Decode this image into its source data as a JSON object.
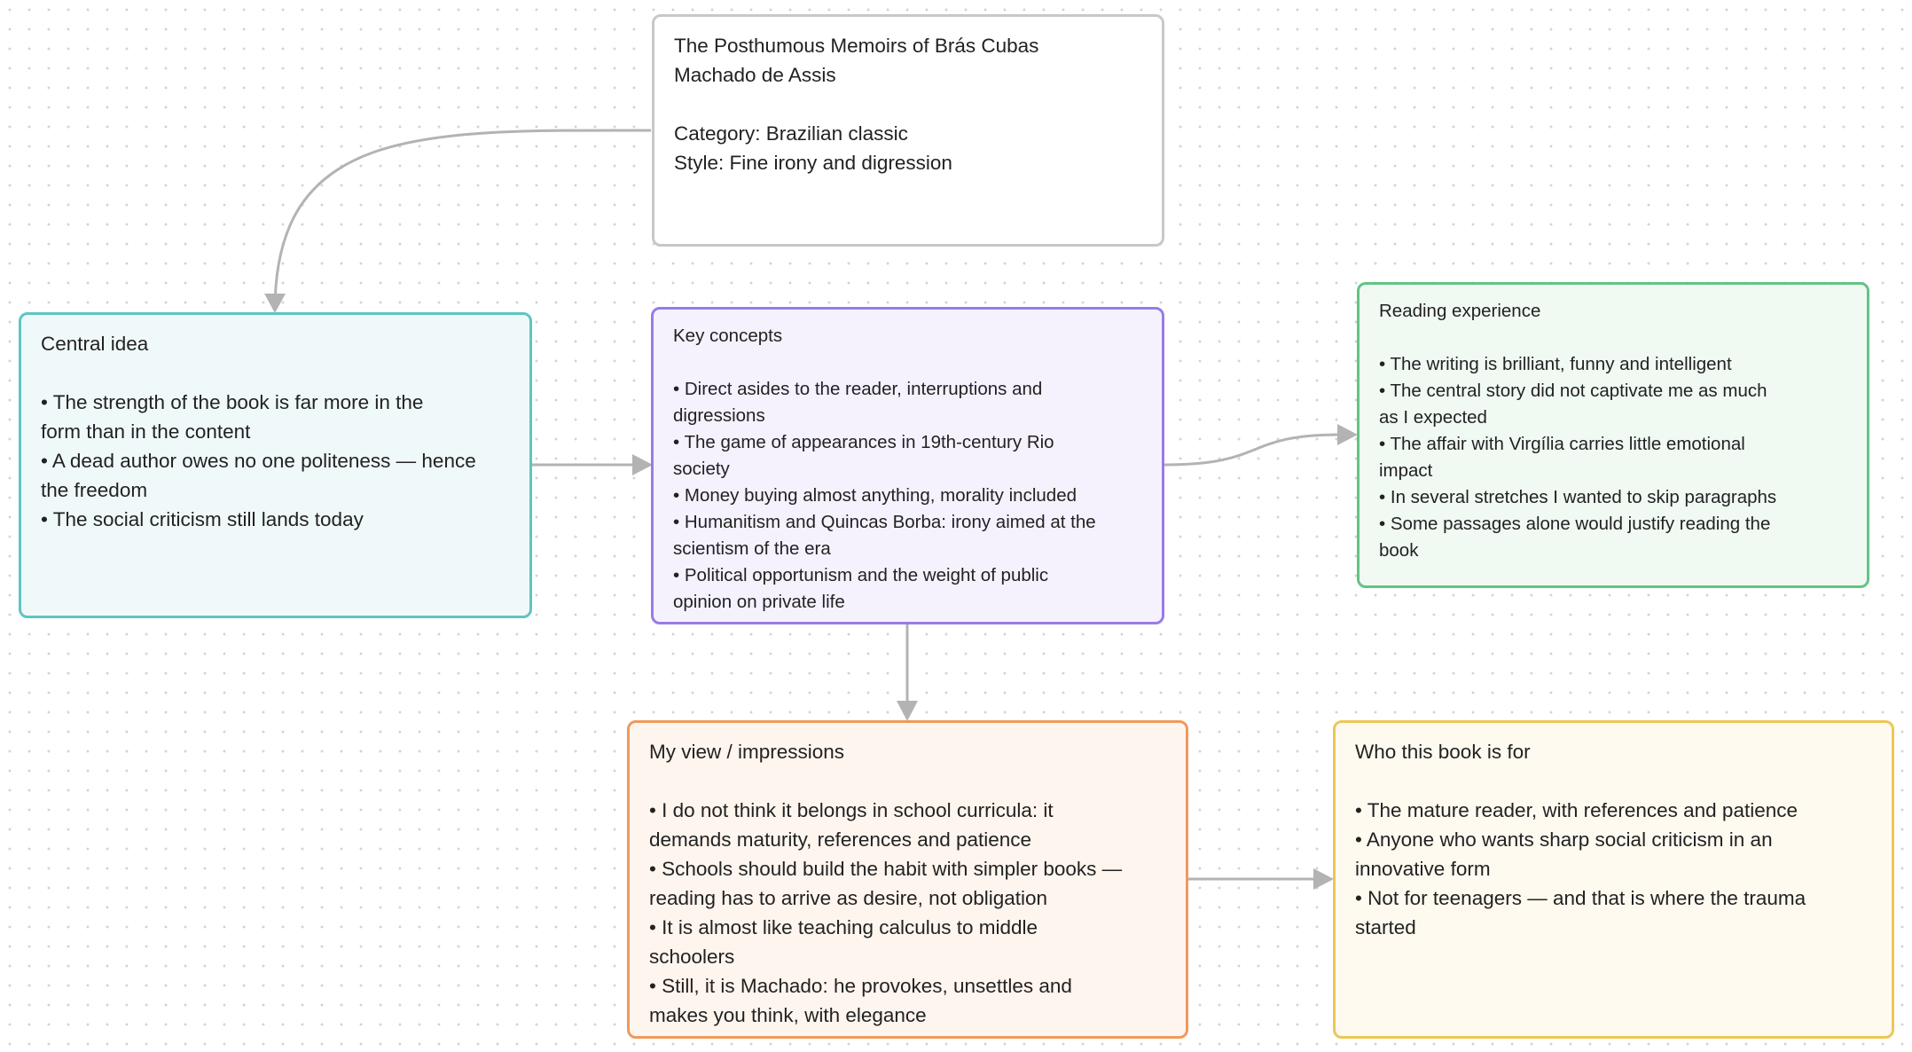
{
  "nodes": {
    "book": {
      "title": "The Posthumous Memoirs of Brás Cubas",
      "author": "Machado de Assis",
      "category": "Category: Brazilian classic",
      "style": "Style: Fine irony and digression"
    },
    "central": {
      "title": "Central idea",
      "lines": [
        "• The strength of the book is far more in the",
        "form than in the content",
        "• A dead author owes no one politeness — hence",
        "the freedom",
        "• The social criticism still lands today"
      ]
    },
    "concepts": {
      "title": "Key concepts",
      "lines": [
        "• Direct asides to the reader, interruptions and",
        "digressions",
        "• The game of appearances in 19th-century Rio",
        "society",
        "• Money buying almost anything, morality included",
        "• Humanitism and Quincas Borba: irony aimed at the",
        "scientism of the era",
        "• Political opportunism and the weight of public",
        "opinion on private life"
      ]
    },
    "reading": {
      "title": "Reading experience",
      "lines": [
        "• The writing is brilliant, funny and intelligent",
        "• The central story did not captivate me as much",
        "as I expected",
        "• The affair with Virgília carries little emotional",
        "impact",
        "• In several stretches I wanted to skip paragraphs",
        "• Some passages alone would justify reading the",
        "book"
      ]
    },
    "view": {
      "title": "My view / impressions",
      "lines": [
        "• I do not think it belongs in school curricula: it",
        "demands maturity, references and patience",
        "• Schools should build the habit with simpler books —",
        "reading has to arrive as desire, not obligation",
        "• It is almost like teaching calculus to middle",
        "schoolers",
        "• Still, it is Machado: he provokes, unsettles and",
        "makes you think, with elegance"
      ]
    },
    "audience": {
      "title": "Who this book is for",
      "lines": [
        "• The mature reader, with references and patience",
        "• Anyone who wants sharp social criticism in an",
        "innovative form",
        "• Not for teenagers — and that is where the trauma",
        "started"
      ]
    }
  },
  "colors": {
    "book_border": "#c8c8c8",
    "central_border": "#5ec5c3",
    "central_fill": "#f0f9f9",
    "concepts_border": "#9a7be6",
    "concepts_fill": "#f5f2fe",
    "reading_border": "#62c483",
    "reading_fill": "#f0faf3",
    "view_border": "#ef9a5c",
    "view_fill": "#fef5ee",
    "audience_border": "#eec658",
    "audience_fill": "#fffaf0",
    "edge": "#b3b3b3"
  }
}
